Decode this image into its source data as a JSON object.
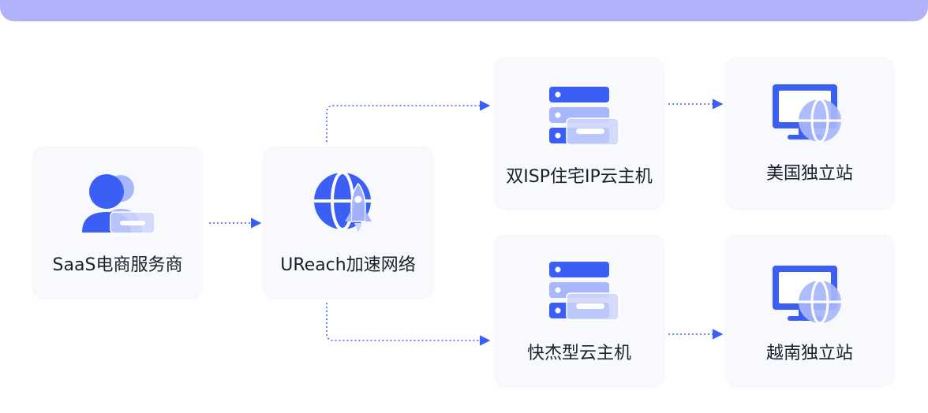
{
  "diagram": {
    "nodes": {
      "saas": {
        "label": "SaaS电商服务商",
        "icon": "user-group-icon"
      },
      "ureach": {
        "label": "UReach加速网络",
        "icon": "globe-rocket-icon"
      },
      "isp": {
        "label": "双ISP住宅IP云主机",
        "icon": "server-stack-icon"
      },
      "fast": {
        "label": "快杰型云主机",
        "icon": "server-stack-icon"
      },
      "us": {
        "label": "美国独立站",
        "icon": "monitor-globe-icon"
      },
      "vn": {
        "label": "越南独立站",
        "icon": "monitor-globe-icon"
      }
    },
    "edges": [
      {
        "from": "saas",
        "to": "ureach"
      },
      {
        "from": "ureach",
        "to": "isp"
      },
      {
        "from": "ureach",
        "to": "fast"
      },
      {
        "from": "isp",
        "to": "us"
      },
      {
        "from": "fast",
        "to": "vn"
      }
    ],
    "colors": {
      "primary": "#3b5ff5",
      "light": "#a8b6fb",
      "card": "#f8f9fd",
      "top_bar": "#b0b1fb",
      "text": "#1c1e2b"
    }
  }
}
